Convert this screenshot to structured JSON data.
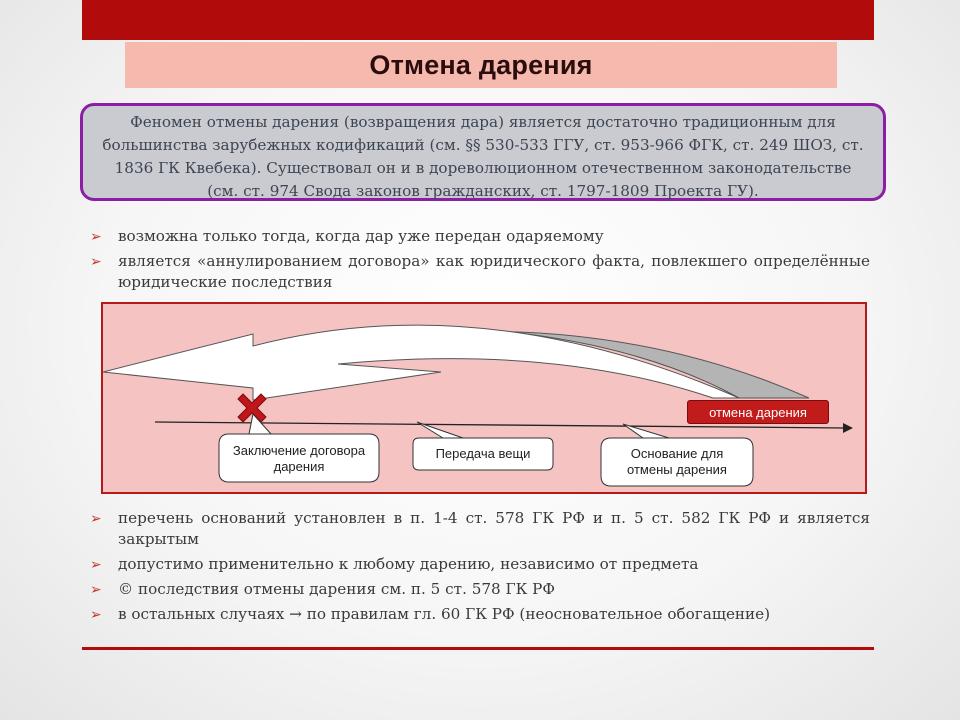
{
  "title": "Отмена дарения",
  "intro": "Феномен отмены дарения (возвращения дара) является достаточно традиционным для большинства зарубежных кодификаций (см. §§ 530-533 ГГУ, ст. 953-966 ФГК, ст. 249 ШОЗ, ст. 1836 ГК Квебека). Существовал он и в дореволюционном отечественном законодательстве (см. ст. 974 Свода законов гражданских, ст. 1797-1809 Проекта ГУ).",
  "bullets_top": [
    "возможна только тогда, когда дар уже передан одаряемому",
    "является «аннулированием договора» как юридического факта, повлекшего определённые юридические последствия"
  ],
  "diagram": {
    "callouts": [
      "Заключение договора дарения",
      "Передача вещи",
      "Основание для отмены дарения"
    ],
    "badge": "отмена дарения",
    "colors": {
      "background": "#f6c3c3",
      "border": "#b41a1a",
      "cross": "#c0161c",
      "arc_fill": "#ffffff",
      "arc_shadow": "#b4b4b4"
    }
  },
  "bullets_bottom": [
    "перечень оснований установлен в п. 1-4 ст. 578 ГК РФ и п. 5 ст. 582 ГК РФ и является закрытым",
    "допустимо применительно к любому дарению, независимо от предмета",
    "© последствия отмены дарения см. п. 5 ст. 578 ГК РФ",
    "в остальных случаях → по правилам гл. 60 ГК РФ (неосновательное обогащение)"
  ],
  "bullet_marker": "➢"
}
